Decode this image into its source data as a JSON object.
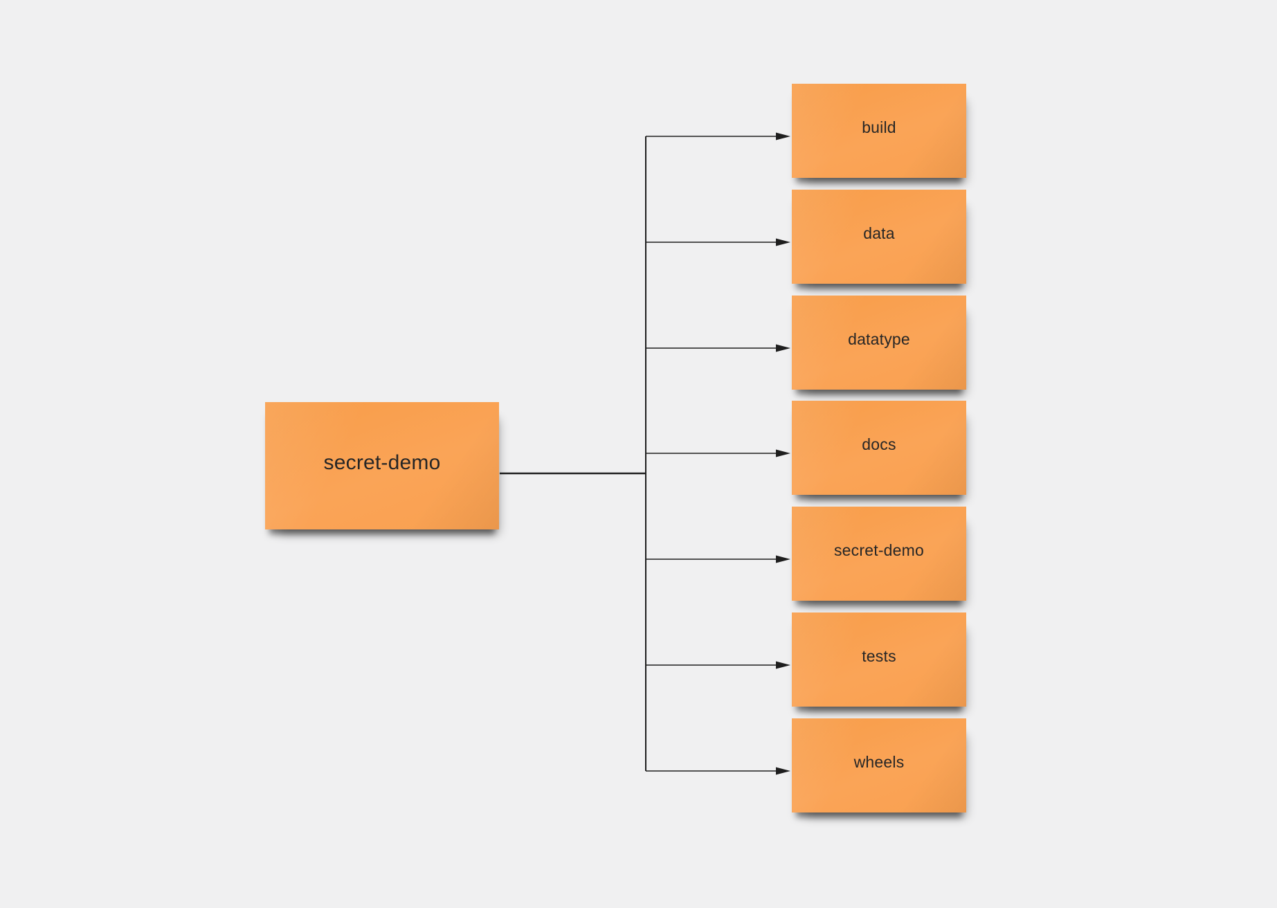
{
  "colors": {
    "background": "#F0F0F1",
    "note": "#F9A050",
    "line": "#1E1E1E",
    "text": "#262626"
  },
  "diagram": {
    "root": {
      "label": "secret-demo"
    },
    "children": [
      {
        "label": "build"
      },
      {
        "label": "data"
      },
      {
        "label": "datatype"
      },
      {
        "label": "docs"
      },
      {
        "label": "secret-demo"
      },
      {
        "label": "tests"
      },
      {
        "label": "wheels"
      }
    ]
  }
}
